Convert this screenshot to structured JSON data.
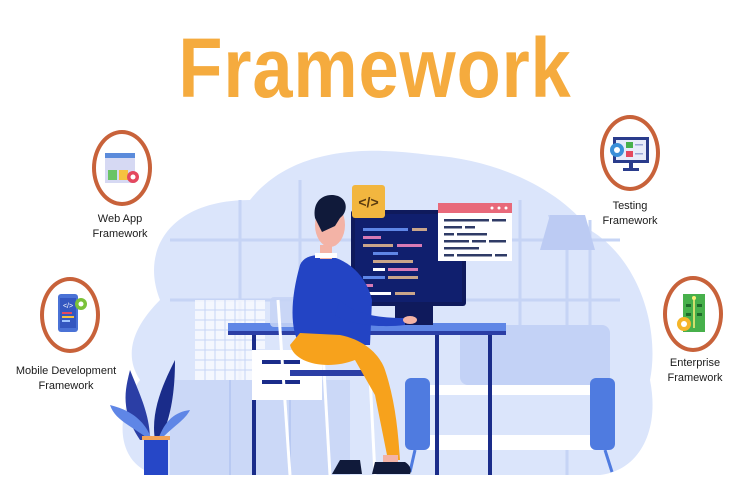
{
  "title": "Framework",
  "colors": {
    "title_orange": "#f5ab3e",
    "badge_ring": "#c8623a",
    "scene_light_blue": "#dbe5fb",
    "monitor_navy": "#0f1a5c",
    "shirt_blue": "#2344c4",
    "pants_orange": "#f7a21c",
    "popup_header_pink": "#e8697a",
    "code_tag_yellow": "#f2b63f"
  },
  "categories": [
    {
      "id": "web-app",
      "label_line1": "Web App",
      "label_line2": "Framework",
      "icon": "web-app-window-gear-icon"
    },
    {
      "id": "mobile",
      "label_line1": "Mobile Development",
      "label_line2": "Framework",
      "icon": "mobile-code-gear-icon"
    },
    {
      "id": "testing",
      "label_line1": "Testing",
      "label_line2": "Framework",
      "icon": "monitor-checklist-gear-icon"
    },
    {
      "id": "enterprise",
      "label_line1": "Enterprise",
      "label_line2": "Framework",
      "icon": "circuit-board-gear-icon"
    }
  ],
  "illustration": {
    "code_tag": "</>",
    "description": "developer at desk coding on monitor"
  }
}
